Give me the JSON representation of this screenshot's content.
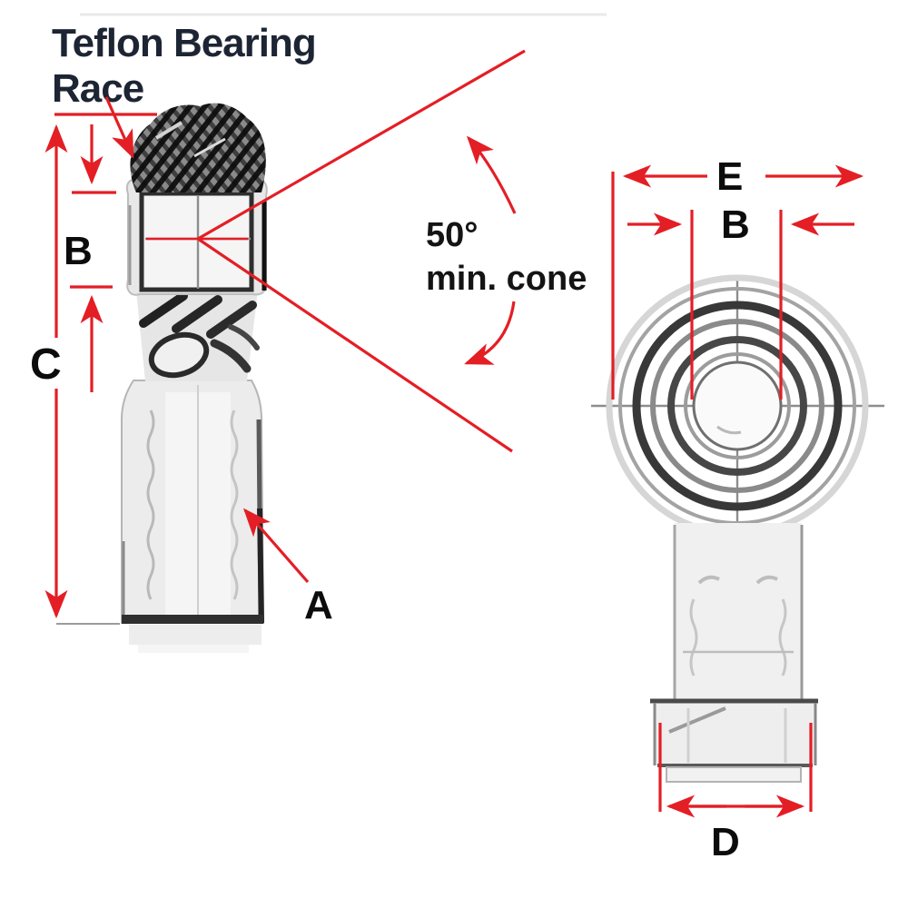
{
  "diagram": {
    "type": "technical-drawing",
    "subject": "rod end bearing (heim joint) dimension diagram, side view and front view",
    "callouts": {
      "race_label_line1": "Teflon Bearing",
      "race_label_line2": "Race",
      "cone_label_line1": "50°",
      "cone_label_line2": "min. cone"
    },
    "side_view": {
      "dim_b": "B",
      "dim_c": "C",
      "dim_a": "A"
    },
    "front_view": {
      "dim_e": "E",
      "dim_b": "B",
      "dim_d": "D"
    },
    "colors": {
      "dimension_red": "#e41e25",
      "label_black": "#0c0c0c",
      "race_label_navy": "#1d2534"
    }
  }
}
